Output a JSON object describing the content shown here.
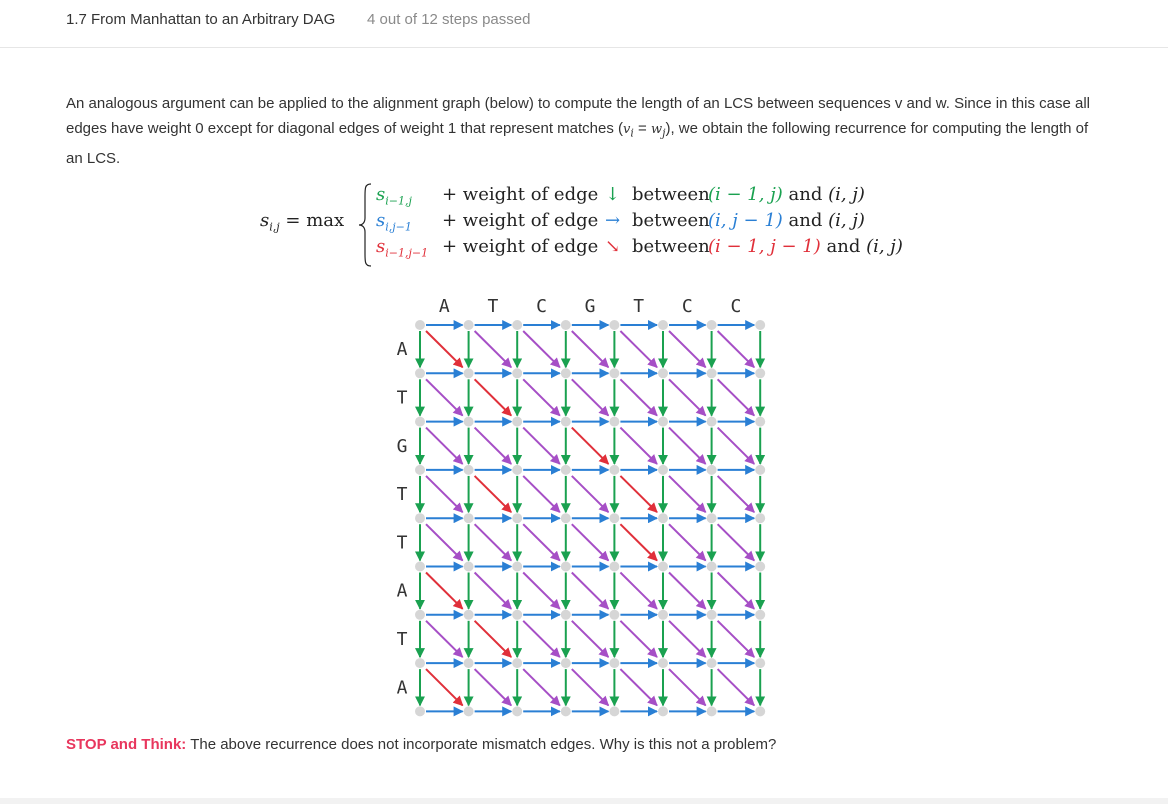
{
  "header": {
    "lesson_title": "1.7 From Manhattan to an Arbitrary DAG",
    "progress": "4 out of 12 steps passed"
  },
  "intro": {
    "part1": "An analogous argument can be applied to the alignment graph (below) to compute the length of an LCS between sequences v and w. Since in this case all edges have weight 0 except for diagonal edges of weight 1 that represent matches (",
    "match_v": "v",
    "match_v_sub": "i",
    "match_eq": " = ",
    "match_w": "w",
    "match_w_sub": "j",
    "part2": "), we obtain the following recurrence for computing the length of an LCS."
  },
  "recurrence": {
    "lhs_s": "s",
    "lhs_sub": "i,j",
    "lhs_eq": " = max",
    "rows": [
      {
        "term": "s",
        "term_sub": "i−1,j",
        "weight": "+ weight of edge",
        "arrow": "↓",
        "between": "between",
        "from": "(i − 1, j)",
        "and": "and",
        "to": "(i, j)",
        "color": "#1aa150"
      },
      {
        "term": "s",
        "term_sub": "i,j−1",
        "weight": "+ weight of edge",
        "arrow": "→",
        "between": "between",
        "from": "(i, j − 1)",
        "and": "and",
        "to": "(i, j)",
        "color": "#2a7fd4"
      },
      {
        "term": "s",
        "term_sub": "i−1,j−1",
        "weight": "+ weight of edge",
        "arrow": "↘",
        "between": "between",
        "from": "(i − 1, j − 1)",
        "and": "and",
        "to": "(i, j)",
        "color": "#e0303a"
      }
    ]
  },
  "graph": {
    "columns": [
      "A",
      "T",
      "C",
      "G",
      "T",
      "C",
      "C"
    ],
    "rows": [
      "A",
      "T",
      "G",
      "T",
      "T",
      "A",
      "T",
      "A"
    ],
    "colors": {
      "horizontal": "#2a7fd4",
      "vertical": "#1aa150",
      "diagonal": "#a64fc6",
      "match": "#e0303a",
      "node": "#d6d6d6"
    },
    "highlighted_matches": [
      [
        0,
        0
      ],
      [
        1,
        1
      ],
      [
        2,
        3
      ],
      [
        3,
        1
      ],
      [
        3,
        4
      ],
      [
        4,
        4
      ],
      [
        5,
        0
      ],
      [
        6,
        1
      ],
      [
        7,
        0
      ]
    ]
  },
  "stop": {
    "label": "STOP and Think:",
    "text": " The above recurrence does not incorporate mismatch edges. Why is this not a problem?"
  }
}
